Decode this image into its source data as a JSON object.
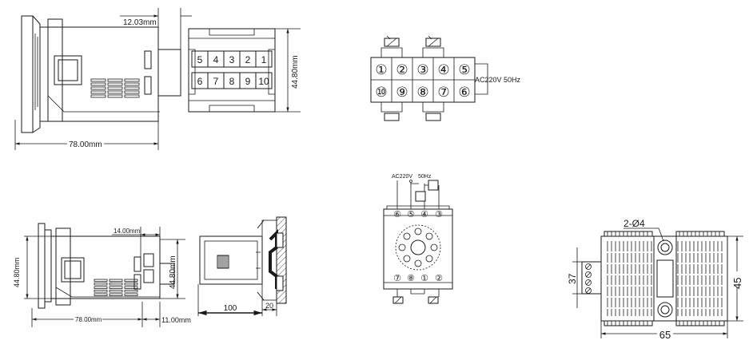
{
  "colors": {
    "ink": "#1a1a1a",
    "paper": "#ffffff"
  },
  "front_view": {
    "dim_depth": "12.03mm",
    "dim_height": "44.80mm",
    "dim_length": "78.00mm",
    "terminals_top": [
      "5",
      "4",
      "3",
      "2",
      "1"
    ],
    "terminals_bottom": [
      "6",
      "7",
      "8",
      "9",
      "10"
    ]
  },
  "wiring_10pin": {
    "top_row": [
      "①",
      "②",
      "③",
      "④",
      "⑤"
    ],
    "bottom_row": [
      "⑩",
      "⑨",
      "⑧",
      "⑦",
      "⑥"
    ],
    "supply_label": "AC220V  50Hz"
  },
  "socket_8pin": {
    "supply_label": "AC220V",
    "freq_label": "50Hz",
    "top_pins": [
      "⑥",
      "⑤",
      "④",
      "③"
    ],
    "bottom_pins": [
      "⑦",
      "⑧",
      "①",
      "②"
    ]
  },
  "side_view": {
    "dim_height": "44.80mm",
    "dim_depth": "14.00mm",
    "dim_height_right": "44.80mm",
    "dim_length": "78.00mm",
    "dim_terminal": "11.00mm"
  },
  "rail_view": {
    "dim_100": "100",
    "dim_20": "20"
  },
  "heatsink": {
    "hole_label": "2-Ø4",
    "dim_37": "37",
    "dim_45": "45",
    "dim_65": "65"
  }
}
